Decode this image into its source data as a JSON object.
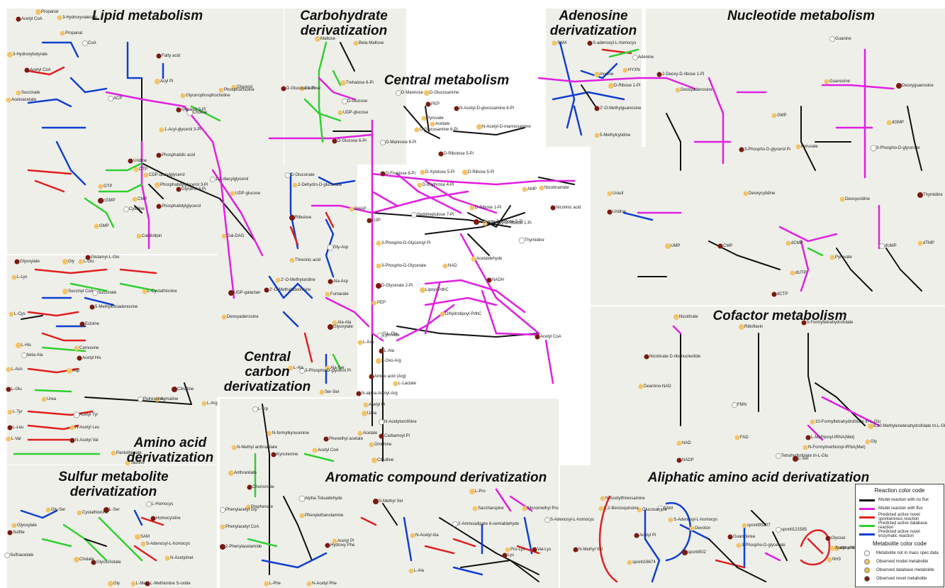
{
  "panels": {
    "lipid": "Lipid metabolism",
    "carbohydrate": "Carbohydrate derivatization",
    "adenosine": "Adenosine derivatization",
    "nucleotide": "Nucleotide metabolism",
    "central": "Central metabolism",
    "central_carbon": "Central carbon derivatization",
    "amino_acid": "Amino acid derivatization",
    "sulfur": "Sulfur metabolite derivatization",
    "aromatic": "Aromatic compound derivatization",
    "cofactor": "Cofactor metabolism",
    "aliphatic": "Aliphatic amino acid derivatization"
  },
  "colors": {
    "black": "#111111",
    "magenta": "#e020e0",
    "red": "#e02020",
    "green": "#30d030",
    "blue": "#1040d0",
    "node_orange": "#f2c46a",
    "node_brown": "#7a1a10",
    "node_white": "#ffffff"
  },
  "legend": {
    "reaction_title": "Reaction color code",
    "reactions": [
      {
        "label": "Model reaction with no flux",
        "color": "#111111"
      },
      {
        "label": "Model reaction with flux",
        "color": "#e020e0"
      },
      {
        "label": "Predicted active novel spontaneous reaction",
        "color": "#e02020"
      },
      {
        "label": "Predicted active database reaction",
        "color": "#30d030"
      },
      {
        "label": "Predicted active novel enzymatic reaction",
        "color": "#1040d0"
      }
    ],
    "metabolite_title": "Metabolite color code",
    "metabolites": [
      {
        "label": "Metabolite not in mass spec data",
        "color": "#ffffff"
      },
      {
        "label": "Observed model metabolite",
        "color": "#f2c46a"
      },
      {
        "label": "Observed database metabolite",
        "color": "#e8b84a"
      },
      {
        "label": "Observed novel metabolite",
        "color": "#7a1a10"
      }
    ]
  },
  "labels": [
    "Propanal",
    "3-Hydroxyvalerate",
    "Acetyl CoA",
    "Propanal",
    "CoA",
    "3-Hydroxybutyrate",
    "Acetyl CoA",
    "Succinate",
    "Acetoacetate",
    "Fatty acid",
    "Acyl Pi",
    "ACP",
    "1-Acyl-glycerol 3-Pi",
    "Phosphatidic acid",
    "CDP-diacylglycerol",
    "Phosphatidylglycerol 3-Pi",
    "Phosphatidylglycerol",
    "Cardiolipin",
    "1,2-diacylglycerol",
    "Gal-DAG",
    "UDP-galactan",
    "UDP-glucose",
    "Glycerol",
    "Glycerol 3-Pi",
    "Glycerophosphocholine",
    "Choline",
    "Phosphocholine",
    "Uridine",
    "CTP",
    "GTP",
    "cGMP",
    "CMP",
    "Cytidine",
    "GMP",
    "Glycerol 3-Pi",
    "Maltose",
    "Beta-Maltose",
    "D-Glucose 1-Pi",
    "Sucrose",
    "D-Glucose",
    "Trehalose 6-Pi",
    "D-Glucose 6-Pi",
    "UDP-glucose",
    "SAM",
    "S-adenosyl-L-homocys",
    "Inosine",
    "Adenine",
    "HYXN",
    "2-Deoxy-D-ribose 1-Pi",
    "Deoxyadenosine",
    "D-Ribose 1-Pi",
    "2'-O-Methylguanosine",
    "5-Methylcytidine",
    "Guanine",
    "Guanosine",
    "Deoxyguanosine",
    "GMP",
    "dGMP",
    "3-Phospho-D-glycerol Pi",
    "Pyruvate",
    "3-Phospho-D-glycerate",
    "Uracil",
    "Uridine",
    "Deoxycytidine",
    "Deoxyuridine",
    "Thymidine",
    "dCMP",
    "dUMP",
    "dTMP",
    "CMP",
    "UMP",
    "dUTP",
    "dCTP",
    "Pyruvate",
    "D-Mannose",
    "D-Glucosamine",
    "PEP",
    "Pyruvate",
    "Acetate",
    "N-Acetyl-D-glucosamine 6-Pi",
    "N-Acetyl-D-mannosamine",
    "D-Mannose 6-Pi",
    "D-Glucosamine 6-Pi",
    "D-Fructose 6-Pi",
    "D-Xylulose 5-Pi",
    "D-Ribose 5-Pi",
    "D-Ribulose 5-Pi",
    "D-Erythrose 4-Pi",
    "Sedoheptulose 7-Pi",
    "D-Ribose 1-Pi",
    "2-Deoxy-D-Ribose 5-Pi",
    "2-Deoxy-D-Ribose 1-Pi",
    "Nicotinamide",
    "Nicotinic acid",
    "AMP",
    "Thymidine",
    "DHAP",
    "G3P",
    "3-Phospho-D-Glyceroyl Pi",
    "3-Phospho-D-Glycerate",
    "D-Glycerate 2-Pi",
    "PEP",
    "Pyruvate",
    "Acetaldehyde",
    "Acetyl CoA",
    "Lipoyl-PdhC",
    "Dihydrolipoyl-PdhC",
    "L-Ala",
    "L-Asp",
    "L-Glu",
    "2-Oxo-Arg",
    "Amino acid (Arg)",
    "L-Lactate",
    "Acetyl Pi",
    "N-alpha-Acetyl-Arg",
    "Urea",
    "N-Acetylornithine",
    "Acetate",
    "Carbamoyl Pi",
    "Ornithine",
    "Citrulline",
    "NADH",
    "NAD",
    "D-Gluconate",
    "2-Dehydro-D-gluconate",
    "Ribulose",
    "Threonic acid",
    "2'-O-Methyluridine",
    "2'-O-Methyladenosine",
    "Deoxyadenosine",
    "Gly-Asp",
    "Fumarate",
    "Ala-Asp",
    "Ala-Ala",
    "Ala-Ser",
    "Glyoxylate",
    "L-Ala",
    "3-Phospho-D-glycerol Pi",
    "Ser-Ser",
    "Glyoxylate",
    "Gly",
    "L-Glu",
    "Glutamyl-L-Glu",
    "L-Lys",
    "Succinate",
    "Succinyl CoA",
    "5-Methylthioadenosine",
    "L-Cystathionine",
    "L-Cys",
    "Ectoine",
    "L-His",
    "beta-Ala",
    "Carnosine",
    "Acetyl His",
    "L-Asn",
    "Asp",
    "L-Glu",
    "Urea",
    "Putrescine",
    "Agmatine",
    "Citrulline",
    "L-Arg",
    "L-Tyr",
    "L-Leu",
    "L-Val",
    "Acetyl Tyr",
    "N-Acetyl Leu",
    "N-Acetyl Val",
    "Pantothenate",
    "Taurine",
    "L-Ser",
    "Gly-Ser",
    "L-Homocys",
    "Cystathionine",
    "Homocystine",
    "SAM",
    "S-Adenosyl-L-homocys",
    "Sulfite",
    "Glyoxylate",
    "Sulfoacetate",
    "Cholate",
    "Glycocholate",
    "N-Acetylmet",
    "L-Met",
    "L-Methionine S-oxide",
    "Gly",
    "L-Trp",
    "N-formylkynurenine",
    "Kynurenine",
    "N-Methyl anthranilate",
    "Anthranilate",
    "Chorismate",
    "Prephenate",
    "Phenylacetyl Gly",
    "Phenylacetyl CoA",
    "2-Phenylacetamide",
    "L-Phe",
    "N-Acetyl Phe",
    "Phenethyl acetate",
    "Acetyl CoA",
    "Alpha-Toluaidehyde",
    "Phenylethanolamine",
    "Hydroxy Phe",
    "Acetyl Pi",
    "L-Ala",
    "S-Methyl Ser",
    "N-Acetyl Ala",
    "2-Aminoadipate 6-semialdehyde",
    "Saccharopine",
    "Lys",
    "L-Pro",
    "Pro-Lys",
    "Val-Lys",
    "Monomethyl Pro",
    "S-Adenosyl-L-homocys",
    "Nicotinate",
    "Nicotinate D-ribonucleotide",
    "Deamino-NAD",
    "NAD",
    "NADP",
    "Riboflavin",
    "FMN",
    "FAD",
    "5-Formyltetrahydrofolate",
    "10-Formyltetrahydrofolate tri-L-Glu",
    "5,10-Methyleneterahydrofolate tri-L-Glu",
    "L-Methionyl-tRNA(Met)",
    "N-Formylmethionyl-tRNA(Met)",
    "Tetrahydrofolate tri-L-Glu",
    "Gly",
    "L-Ser",
    "N-Acetylthreosamine",
    "1,2-Benzoquinone",
    "N-Methyl Val",
    "Glucosamine",
    "SAM",
    "S-Adenosyl-L-homocys",
    "Acetyl Pi",
    "Devoton",
    "sponti16674",
    "sponti502",
    "sponti95207",
    "sponti121585",
    "Aceto-phenone",
    "Glyoxal",
    "alpha-Methylbenzylamine",
    "NH3",
    "Guanylurea",
    "3-Phospho-D-glycerate"
  ]
}
